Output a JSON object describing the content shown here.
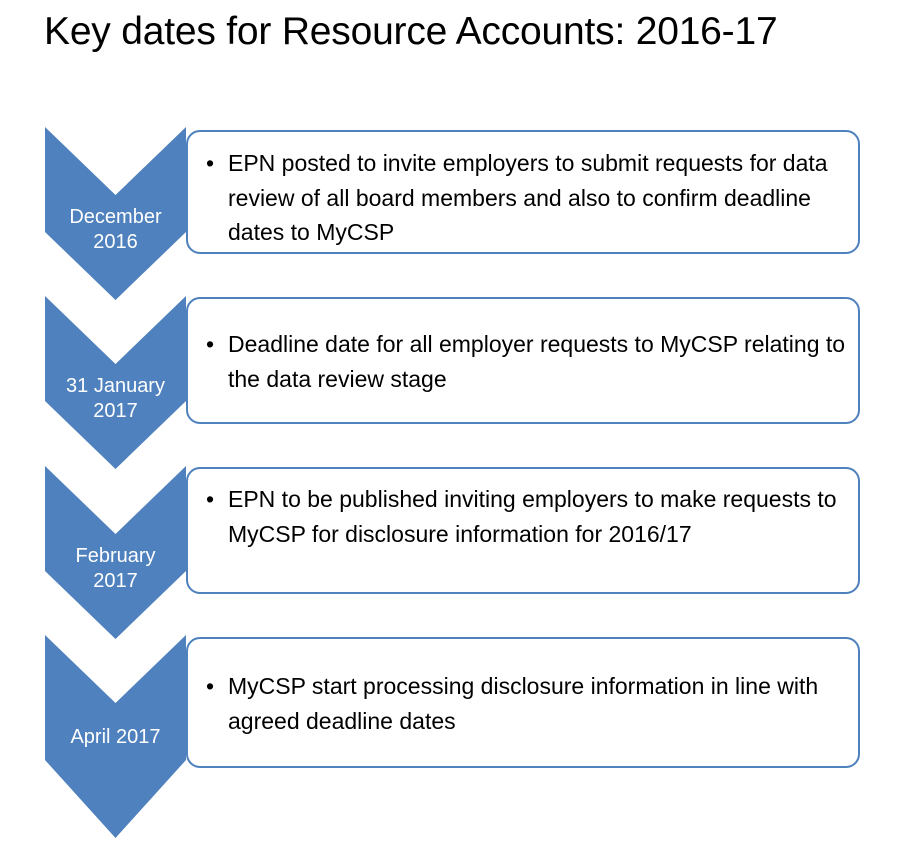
{
  "slide": {
    "title": "Key dates for Resource Accounts: 2016-17",
    "background_color": "#ffffff",
    "accent_color": "#4e81bd",
    "border_color": "#4f81bd",
    "chevron_label_color": "#ffffff",
    "body_text_color": "#000000"
  },
  "timeline": {
    "items": [
      {
        "date_line1": "December",
        "date_line2": "2016",
        "bullets": [
          "EPN posted to invite employers to submit requests for data review of all board members and also to confirm deadline dates to MyCSP"
        ]
      },
      {
        "date_line1": "31 January",
        "date_line2": "2017",
        "bullets": [
          "Deadline date for all employer requests to MyCSP relating to the data review stage"
        ]
      },
      {
        "date_line1": "February",
        "date_line2": "2017",
        "bullets": [
          "EPN to be published inviting employers to make requests to MyCSP for disclosure information for 2016/17"
        ]
      },
      {
        "date_line1": "April 2017",
        "date_line2": "",
        "bullets": [
          "MyCSP start processing disclosure information in line with agreed deadline dates"
        ]
      }
    ],
    "bullet_glyph": "•"
  }
}
